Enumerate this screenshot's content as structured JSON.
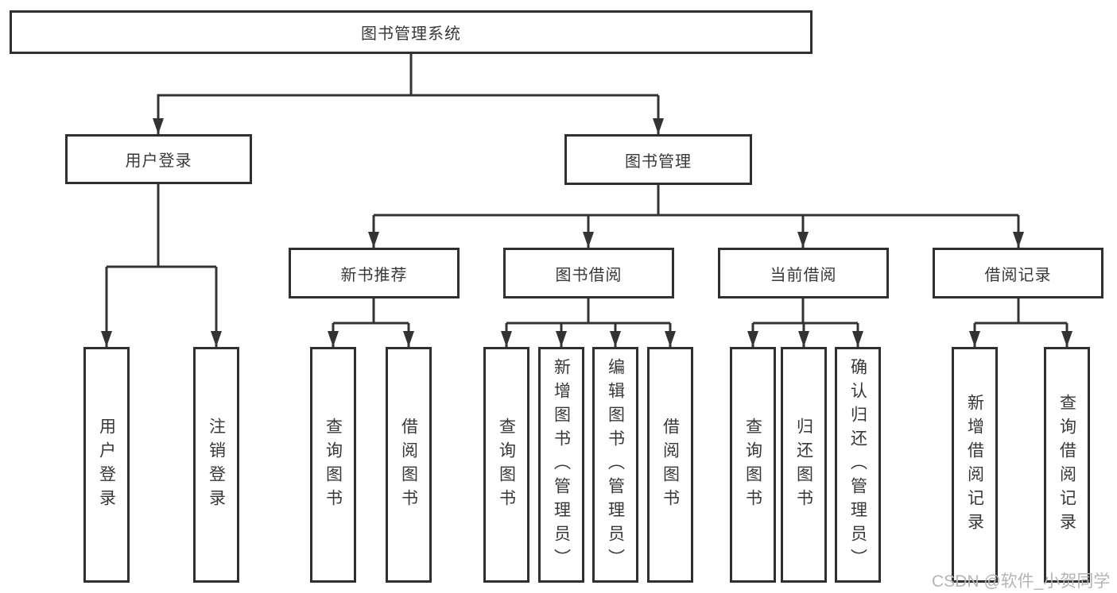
{
  "diagram_title": "图书管理系统",
  "tree": {
    "root": {
      "label": "图书管理系统"
    },
    "children": [
      {
        "label": "用户登录",
        "children": [
          {
            "label": "用户登录"
          },
          {
            "label": "注销登录"
          }
        ]
      },
      {
        "label": "图书管理",
        "children": [
          {
            "label": "新书推荐",
            "children": [
              {
                "label": "查询图书"
              },
              {
                "label": "借阅图书"
              }
            ]
          },
          {
            "label": "图书借阅",
            "children": [
              {
                "label": "查询图书"
              },
              {
                "label": "新增图书（管理员）"
              },
              {
                "label": "编辑图书（管理员）"
              },
              {
                "label": "借阅图书"
              }
            ]
          },
          {
            "label": "当前借阅",
            "children": [
              {
                "label": "查询图书"
              },
              {
                "label": "归还图书"
              },
              {
                "label": "确认归还（管理员）"
              }
            ]
          },
          {
            "label": "借阅记录",
            "children": [
              {
                "label": "新增借阅记录"
              },
              {
                "label": "查询借阅记录"
              }
            ]
          }
        ]
      }
    ]
  },
  "watermark": {
    "text": "CSDN @软件_小贺同学"
  },
  "colors": {
    "line": "#333333",
    "box_border": "#303030",
    "text": "#383838",
    "watermark": "#b5b5b5",
    "background": "#ffffff"
  }
}
